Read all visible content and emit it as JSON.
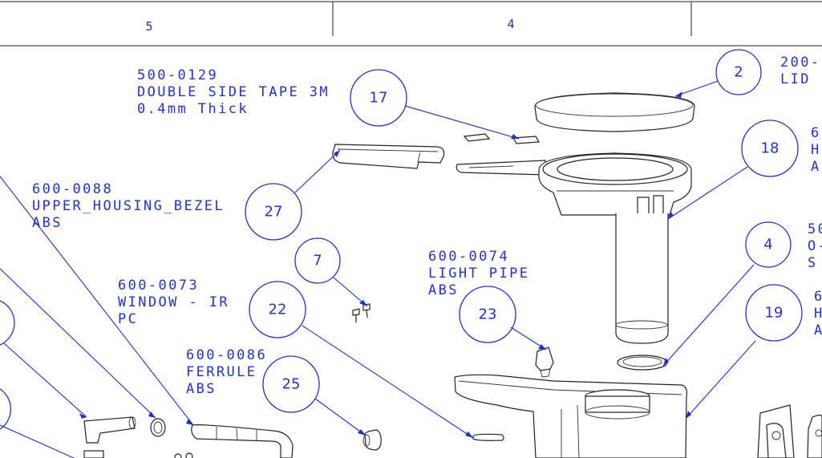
{
  "zones": {
    "z5": "5",
    "z4": "4"
  },
  "notes": {
    "tape": [
      "500-0129",
      "DOUBLE SIDE TAPE 3M",
      "0.4mm Thick"
    ],
    "lid": [
      "200-",
      "LID"
    ],
    "bezel": [
      "600-0088",
      "UPPER_HOUSING_BEZEL",
      "ABS"
    ],
    "window": [
      "600-0073",
      "WINDOW - IR",
      "PC"
    ],
    "lightpipe": [
      "600-0074",
      "LIGHT PIPE",
      "ABS"
    ],
    "ferrule": [
      "600-0086",
      "FERRULE",
      "ABS"
    ],
    "p18": [
      "6",
      "H",
      "A"
    ],
    "p4": [
      "50",
      "O-",
      "S"
    ],
    "p19": [
      "6",
      "H",
      "A"
    ]
  },
  "bubbles": {
    "b2": "2",
    "b17": "17",
    "b18": "18",
    "b27": "27",
    "b7": "7",
    "b4": "4",
    "b22": "22",
    "b23": "23",
    "b19": "19",
    "b25": "25"
  },
  "colors": {
    "annotation": "#2233cc",
    "leader": "#1a2fd6",
    "linework": "#222222"
  }
}
